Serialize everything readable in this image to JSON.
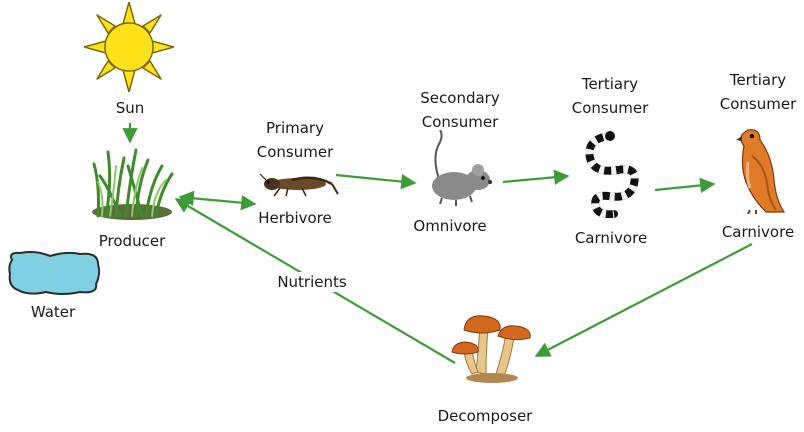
{
  "colors": {
    "arrow": "#3f9a3a",
    "sun": "#ffe21a",
    "sun_outline": "#7a6a00",
    "water": "#7fd0e0",
    "water_outline": "#2b2b2b",
    "grass": "#4e9e3a",
    "mushroom_cap": "#d2691e",
    "hawk": "#e07b2a"
  },
  "nodes": {
    "sun": {
      "label": "Sun",
      "icon": "sun-icon"
    },
    "producer": {
      "label": "Producer",
      "icon": "grass-icon"
    },
    "water": {
      "label": "Water",
      "icon": "water-puddle-icon"
    },
    "primary": {
      "title_line1": "Primary",
      "title_line2": "Consumer",
      "role": "Herbivore",
      "icon": "grasshopper-icon"
    },
    "secondary": {
      "title_line1": "Secondary",
      "title_line2": "Consumer",
      "role": "Omnivore",
      "icon": "mouse-icon"
    },
    "tertiary_snake": {
      "title_line1": "Tertiary",
      "title_line2": "Consumer",
      "role": "Carnivore",
      "icon": "snake-icon"
    },
    "tertiary_hawk": {
      "title_line1": "Tertiary",
      "title_line2": "Consumer",
      "role": "Carnivore",
      "icon": "hawk-icon"
    },
    "decomposer": {
      "label": "Decomposer",
      "icon": "mushroom-icon"
    }
  },
  "edges": {
    "nutrients_label": "Nutrients"
  }
}
